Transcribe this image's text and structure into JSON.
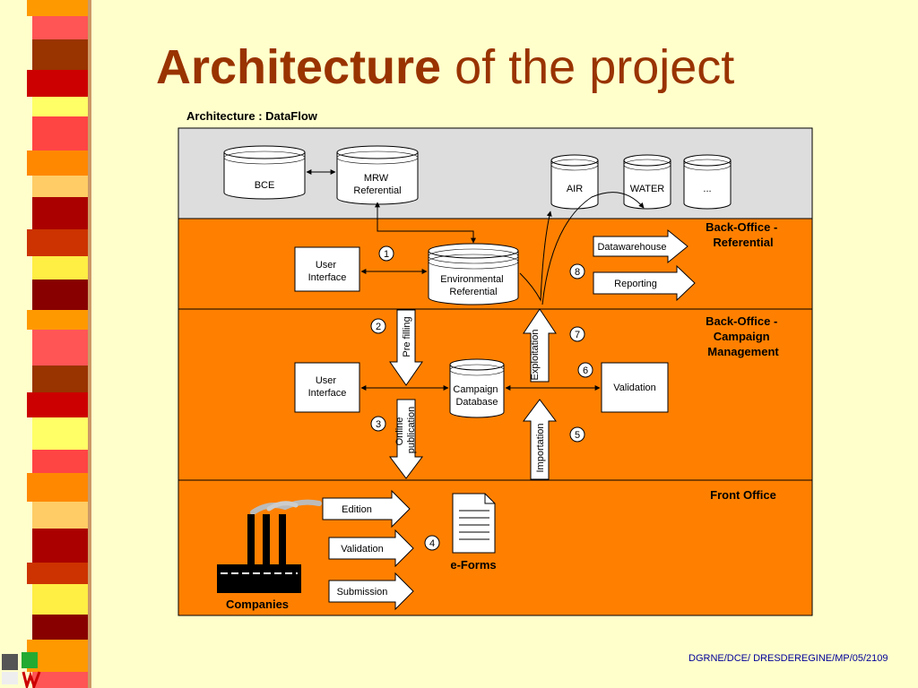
{
  "title": {
    "bold": "Architecture",
    "rest": " of the project"
  },
  "subtitle": "Architecture : DataFlow",
  "colors": {
    "band_orange": "#ff8000",
    "band_grey": "#dddddd",
    "title": "#993300",
    "footer": "#000099"
  },
  "zones": {
    "back_office_referential": [
      "Back-Office -",
      "Referential"
    ],
    "back_office_campaign": [
      "Back-Office -",
      "Campaign",
      "Management"
    ],
    "front_office": [
      "Front Office"
    ]
  },
  "databases": {
    "bce": [
      "BCE"
    ],
    "mrw": [
      "MRW",
      "Referential"
    ],
    "air": [
      "AIR"
    ],
    "water": [
      "WATER"
    ],
    "more": [
      "..."
    ],
    "environmental": [
      "Environmental",
      "Referential"
    ],
    "campaign": [
      "Campaign",
      "Database"
    ]
  },
  "boxes": {
    "user_interface_1": [
      "User",
      "Interface"
    ],
    "user_interface_2": [
      "User",
      "Interface"
    ],
    "validation": [
      "Validation"
    ]
  },
  "arrows": {
    "datawarehouse": "Datawarehouse",
    "reporting": "Reporting",
    "pre_filling": "Pre filling",
    "exploitation": "Exploitation",
    "online_publication": [
      "Online",
      "publication"
    ],
    "importation": "Importation",
    "edition": "Edition",
    "validation": "Validation",
    "submission": "Submission"
  },
  "steps": [
    "1",
    "2",
    "3",
    "4",
    "5",
    "6",
    "7",
    "8"
  ],
  "eforms_label": "e-Forms",
  "companies_label": "Companies",
  "footer": "DGRNE/DCE/ DRESDEREGINE/MP/05/2109"
}
